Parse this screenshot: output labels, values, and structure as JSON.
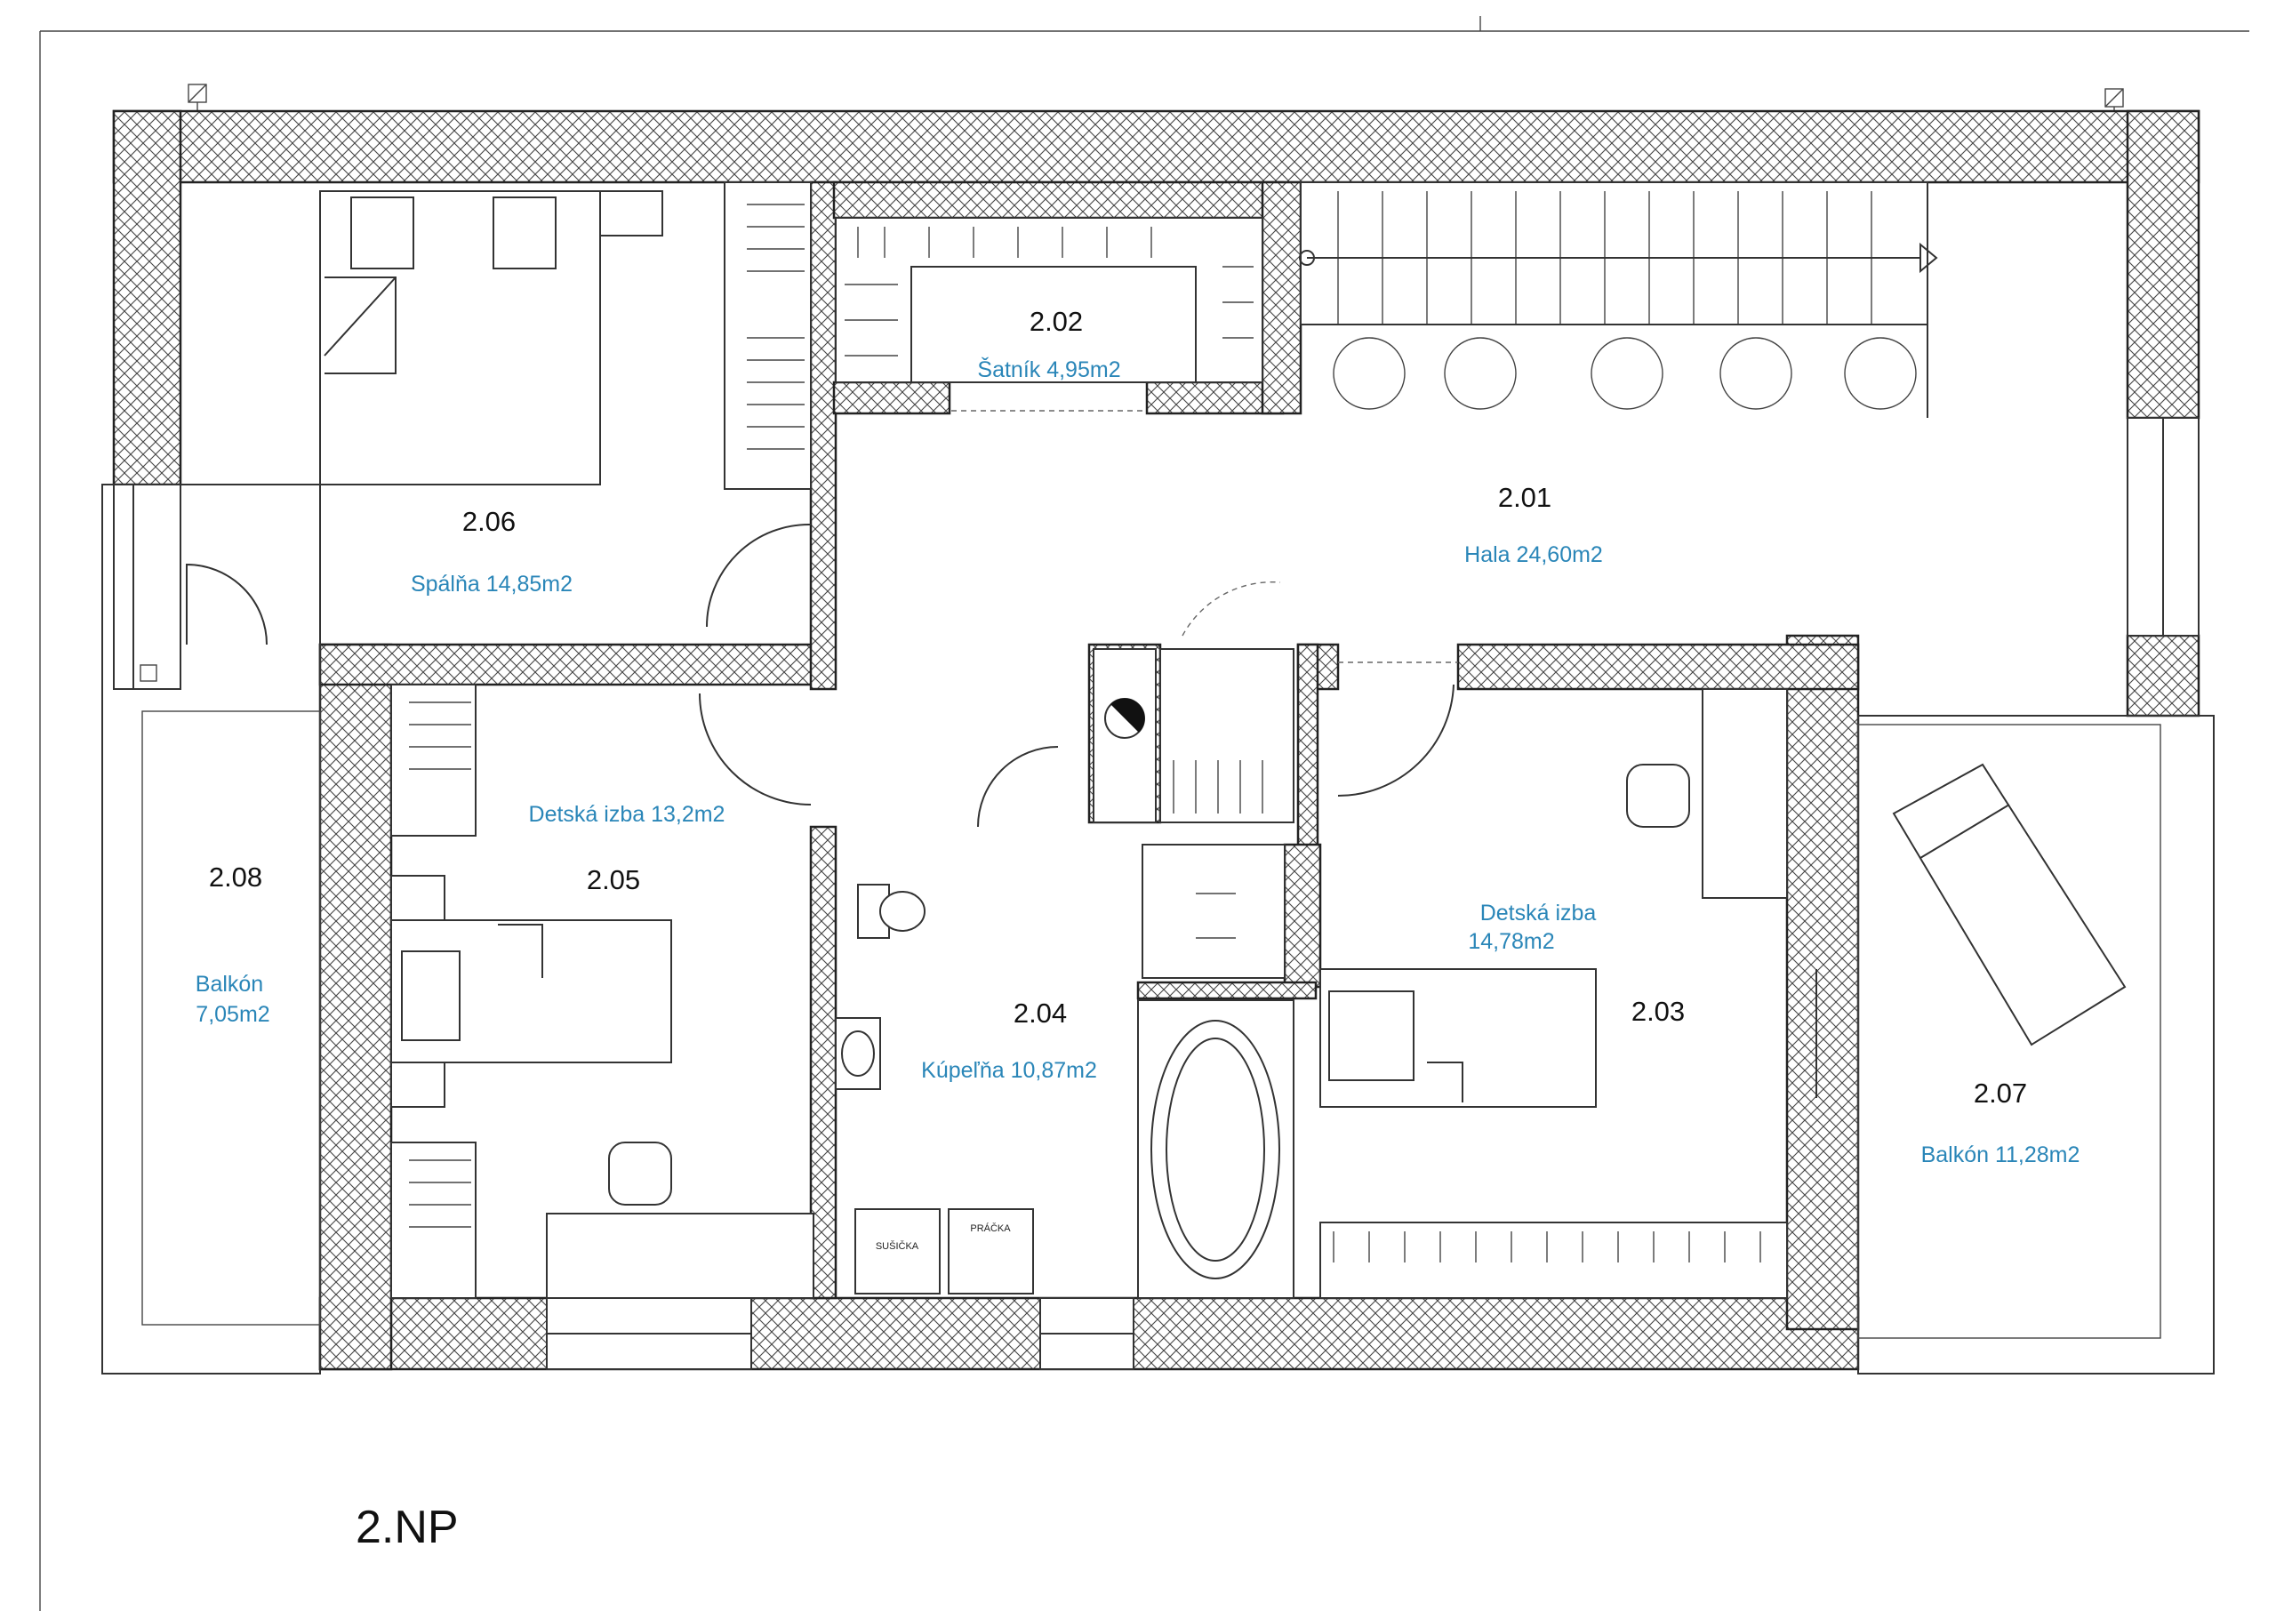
{
  "plan": {
    "floor_title": "2.NP",
    "accent_color": "#2a86b8",
    "rooms": [
      {
        "id": "room-2-01",
        "number": "2.01",
        "name": "Hala  24,60m2"
      },
      {
        "id": "room-2-02",
        "number": "2.02",
        "name": "Šatník 4,95m2"
      },
      {
        "id": "room-2-03",
        "number": "2.03",
        "name_line1": "Detská izba",
        "name_line2": "14,78m2"
      },
      {
        "id": "room-2-04",
        "number": "2.04",
        "name": "Kúpeľňa 10,87m2"
      },
      {
        "id": "room-2-05",
        "number": "2.05",
        "name": "Detská izba 13,2m2"
      },
      {
        "id": "room-2-06",
        "number": "2.06",
        "name": "Spálňa 14,85m2"
      },
      {
        "id": "room-2-07",
        "number": "2.07",
        "name": "Balkón 11,28m2"
      },
      {
        "id": "room-2-08",
        "number": "2.08",
        "name_line1": "Balkón",
        "name_line2": "7,05m2"
      }
    ],
    "appliances": {
      "dryer": "SUŠIČKA",
      "washer": "PRÁČKA"
    }
  }
}
